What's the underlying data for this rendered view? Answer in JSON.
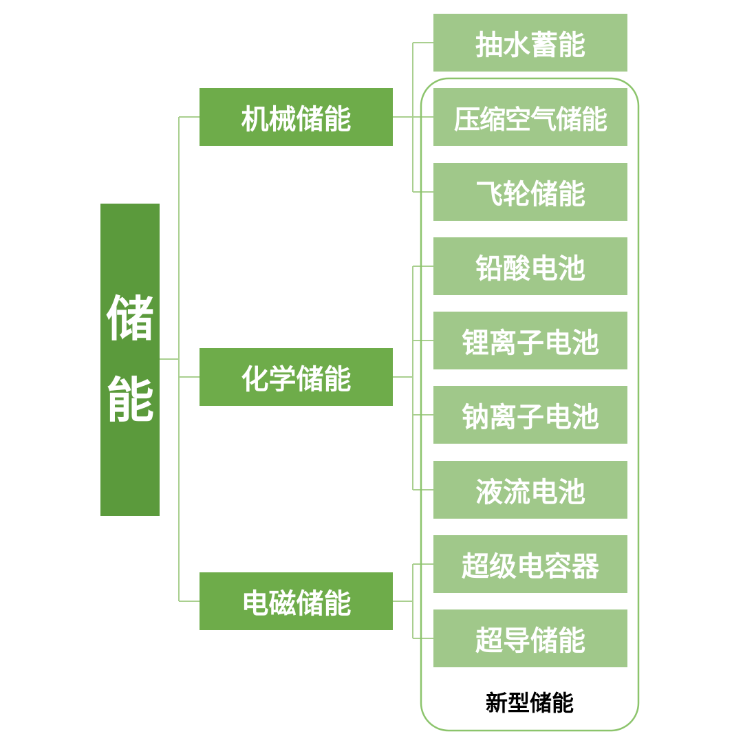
{
  "root": {
    "label": "储能"
  },
  "categories": [
    {
      "label": "机械储能",
      "items": [
        "抽水蓄能",
        "压缩空气储能",
        "飞轮储能"
      ]
    },
    {
      "label": "化学储能",
      "items": [
        "铅酸电池",
        "锂离子电池",
        "钠离子电池",
        "液流电池"
      ]
    },
    {
      "label": "电磁储能",
      "items": [
        "超级电容器",
        "超导储能"
      ]
    }
  ],
  "new_type_group": {
    "label": "新型储能"
  },
  "colors": {
    "root_fill": "#5b9a3c",
    "category_fill": "#6eac4a",
    "leaf_fill": "#a0c88a",
    "connector": "#a9cf8f",
    "group_outline": "#8cc46c",
    "node_text": "#ffffff",
    "group_label_text": "#000000"
  }
}
